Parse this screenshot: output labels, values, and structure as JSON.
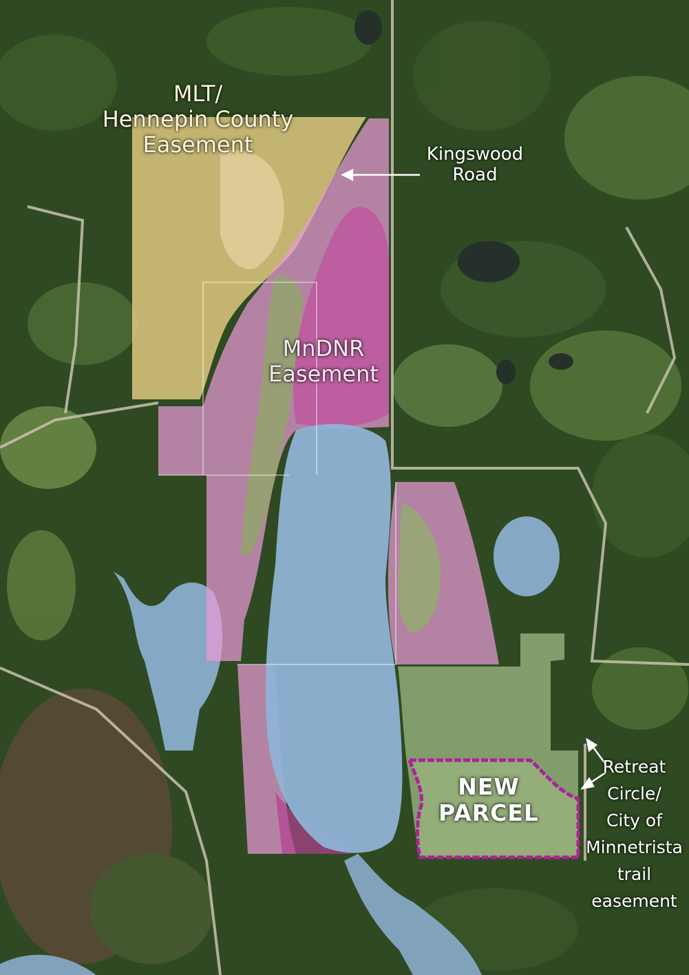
{
  "map": {
    "areas": [
      {
        "id": "mlt",
        "lines": [
          "MLT/",
          "Hennepin County",
          "Easement"
        ],
        "color": "#e8cf86"
      },
      {
        "id": "dnr",
        "lines": [
          "MnDNR",
          "Easement"
        ],
        "color": "#e89ad6"
      },
      {
        "id": "parcel",
        "lines": [
          "NEW",
          "PARCEL"
        ],
        "color": "#b0209a"
      }
    ],
    "road_label": [
      "Kingswood",
      "Road"
    ],
    "trail_label": [
      "Retreat",
      "Circle/",
      "City of",
      "Minnetrista",
      "trail",
      "easement"
    ],
    "colors": {
      "water": "#8fb2d6",
      "forest": "#2f4a22",
      "field": "#6e8f4a",
      "road": "#c9c2ae"
    }
  }
}
